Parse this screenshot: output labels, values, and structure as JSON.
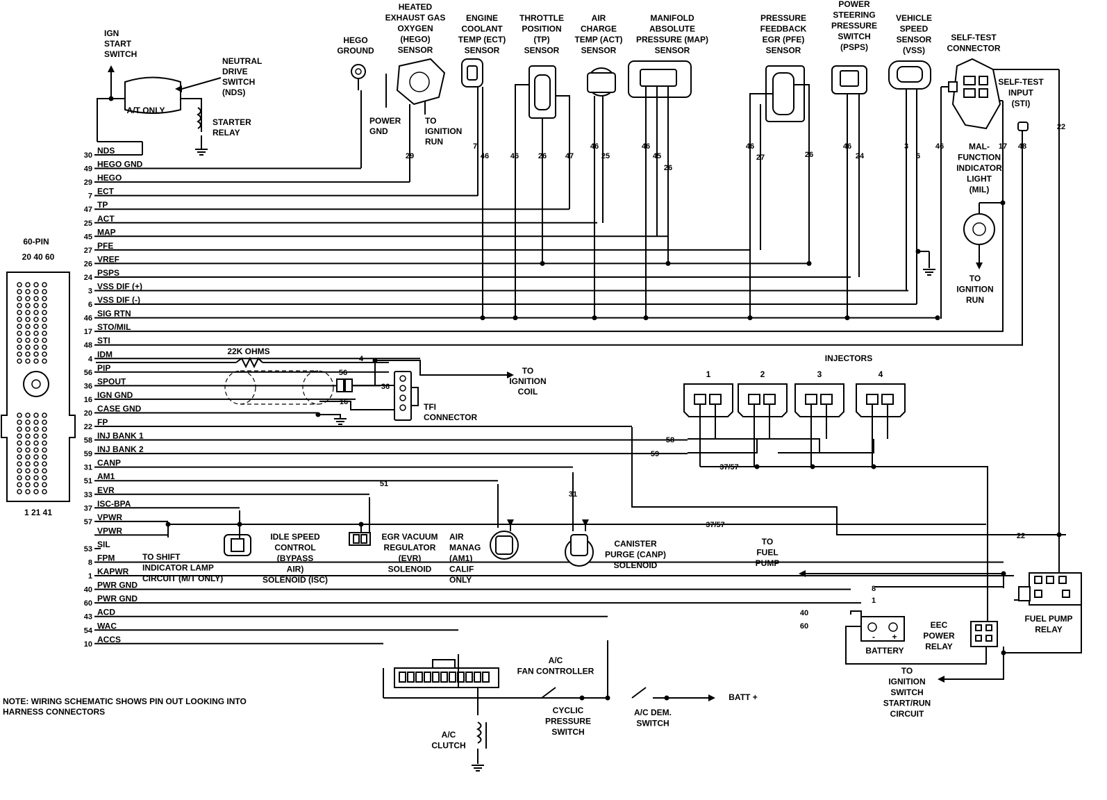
{
  "signals": [
    {
      "pin": "30",
      "name": "NDS"
    },
    {
      "pin": "49",
      "name": "HEGO GND"
    },
    {
      "pin": "29",
      "name": "HEGO"
    },
    {
      "pin": "7",
      "name": "ECT"
    },
    {
      "pin": "47",
      "name": "TP"
    },
    {
      "pin": "25",
      "name": "ACT"
    },
    {
      "pin": "45",
      "name": "MAP"
    },
    {
      "pin": "27",
      "name": "PFE"
    },
    {
      "pin": "26",
      "name": "VREF"
    },
    {
      "pin": "24",
      "name": "PSPS"
    },
    {
      "pin": "3",
      "name": "VSS DIF (+)"
    },
    {
      "pin": "6",
      "name": "VSS DIF (-)"
    },
    {
      "pin": "46",
      "name": "SIG RTN"
    },
    {
      "pin": "17",
      "name": "STO/MIL"
    },
    {
      "pin": "48",
      "name": "STI"
    },
    {
      "pin": "4",
      "name": "IDM"
    },
    {
      "pin": "56",
      "name": "PIP"
    },
    {
      "pin": "36",
      "name": "SPOUT"
    },
    {
      "pin": "16",
      "name": "IGN GND"
    },
    {
      "pin": "20",
      "name": "CASE GND"
    },
    {
      "pin": "22",
      "name": "FP"
    },
    {
      "pin": "58",
      "name": "INJ BANK 1"
    },
    {
      "pin": "59",
      "name": "INJ BANK 2"
    },
    {
      "pin": "31",
      "name": "CANP"
    },
    {
      "pin": "51",
      "name": "AM1"
    },
    {
      "pin": "33",
      "name": "EVR"
    },
    {
      "pin": "37",
      "name": "ISC-BPA"
    },
    {
      "pin": "57",
      "name": "VPWR"
    },
    {
      "pin": "",
      "name": "VPWR"
    },
    {
      "pin": "53",
      "name": "SIL"
    },
    {
      "pin": "8",
      "name": "FPM"
    },
    {
      "pin": "1",
      "name": "KAPWR"
    },
    {
      "pin": "40",
      "name": "PWR GND"
    },
    {
      "pin": "60",
      "name": "PWR GND"
    },
    {
      "pin": "43",
      "name": "ACD"
    },
    {
      "pin": "54",
      "name": "WAC"
    },
    {
      "pin": "10",
      "name": "ACCS"
    }
  ],
  "ecu": {
    "title": "60-PIN",
    "top_pins": "20  40  60",
    "bottom_pins": "1   21  41"
  },
  "components": {
    "ign_start_switch": [
      "IGN",
      "START",
      "SWITCH"
    ],
    "nds": [
      "NEUTRAL",
      "DRIVE",
      "SWITCH",
      "(NDS)"
    ],
    "at_only": "A/T ONLY",
    "starter_relay": [
      "STARTER",
      "RELAY"
    ],
    "hego_ground": [
      "HEGO",
      "GROUND"
    ],
    "hego_sensor": [
      "HEATED",
      "EXHAUST GAS",
      "OXYGEN",
      "(HEGO)",
      "SENSOR"
    ],
    "power_gnd": [
      "POWER",
      "GND"
    ],
    "to_ignition_run": [
      "TO",
      "IGNITION",
      "RUN"
    ],
    "ect": [
      "ENGINE",
      "COOLANT",
      "TEMP (ECT)",
      "SENSOR"
    ],
    "tp": [
      "THROTTLE",
      "POSITION",
      "(TP)",
      "SENSOR"
    ],
    "act": [
      "AIR",
      "CHARGE",
      "TEMP (ACT)",
      "SENSOR"
    ],
    "map": [
      "MANIFOLD",
      "ABSOLUTE",
      "PRESSURE (MAP)",
      "SENSOR"
    ],
    "pfe": [
      "PRESSURE",
      "FEEDBACK",
      "EGR (PFE)",
      "SENSOR"
    ],
    "psps": [
      "POWER",
      "STEERING",
      "PRESSURE",
      "SWITCH",
      "(PSPS)"
    ],
    "vss": [
      "VEHICLE",
      "SPEED",
      "SENSOR",
      "(VSS)"
    ],
    "self_test_connector": [
      "SELF-TEST",
      "CONNECTOR"
    ],
    "sti": [
      "SELF-TEST",
      "INPUT",
      "(STI)"
    ],
    "mil": [
      "MAL-",
      "FUNCTION",
      "INDICATOR",
      "LIGHT",
      "(MIL)"
    ],
    "mil_to_ign": [
      "TO",
      "IGNITION",
      "RUN"
    ],
    "resistor": "22K OHMS",
    "tfi": [
      "TFI",
      "CONNECTOR"
    ],
    "ignition_coil": [
      "TO",
      "IGNITION",
      "COIL"
    ],
    "injectors": "INJECTORS",
    "injector_nums": [
      "1",
      "2",
      "3",
      "4"
    ],
    "isc": [
      "IDLE SPEED",
      "CONTROL",
      "(BYPASS",
      "AIR)",
      "SOLENOID (ISC)"
    ],
    "shift_lamp": [
      "TO SHIFT",
      "INDICATOR LAMP",
      "CIRCUIT (M/T ONLY)"
    ],
    "evr": [
      "EGR VACUUM",
      "REGULATOR",
      "(EVR)",
      "SOLENOID"
    ],
    "am1": [
      "AIR",
      "MANAG",
      "(AM1)",
      "CALIF",
      "ONLY"
    ],
    "canp": [
      "CANISTER",
      "PURGE (CANP)",
      "SOLENOID"
    ],
    "fuel_pump": [
      "TO",
      "FUEL",
      "PUMP"
    ],
    "fuel_pump_relay": [
      "FUEL PUMP",
      "RELAY"
    ],
    "battery": "BATTERY",
    "eec_relay": [
      "EEC",
      "POWER",
      "RELAY"
    ],
    "ign_switch": [
      "TO",
      "IGNITION",
      "SWITCH",
      "START/RUN",
      "CIRCUIT"
    ],
    "fan_controller": [
      "A/C",
      "FAN CONTROLLER"
    ],
    "ac_clutch": [
      "A/C",
      "CLUTCH"
    ],
    "cyclic_switch": [
      "CYCLIC",
      "PRESSURE",
      "SWITCH"
    ],
    "ac_dem_switch": [
      "A/C DEM.",
      "SWITCH"
    ],
    "batt_plus": "BATT +"
  },
  "wire_numbers": {
    "hego": "29",
    "ect": [
      "7",
      "46"
    ],
    "tp": [
      "46",
      "26",
      "47"
    ],
    "act": [
      "46",
      "25"
    ],
    "map": [
      "46",
      "45",
      "26"
    ],
    "pfe": [
      "46",
      "27",
      "26"
    ],
    "psps": [
      "46",
      "24"
    ],
    "vss": [
      "3",
      "6"
    ],
    "stc": [
      "46",
      "17"
    ],
    "sti": "48",
    "fp": "22",
    "idm": "4",
    "pip": "56",
    "spout": "36",
    "ign_gnd": "16",
    "inj1": "58",
    "inj2": "59",
    "inj_pwr": "37/57",
    "am1": "51",
    "canp": "31",
    "vpwr": "37/57",
    "fp_relay": "22",
    "fpm": "8",
    "kapwr": "1",
    "gnd40": "40",
    "gnd60": "60"
  },
  "note": [
    "NOTE: WIRING SCHEMATIC SHOWS PIN OUT LOOKING INTO",
    "HARNESS CONNECTORS"
  ]
}
